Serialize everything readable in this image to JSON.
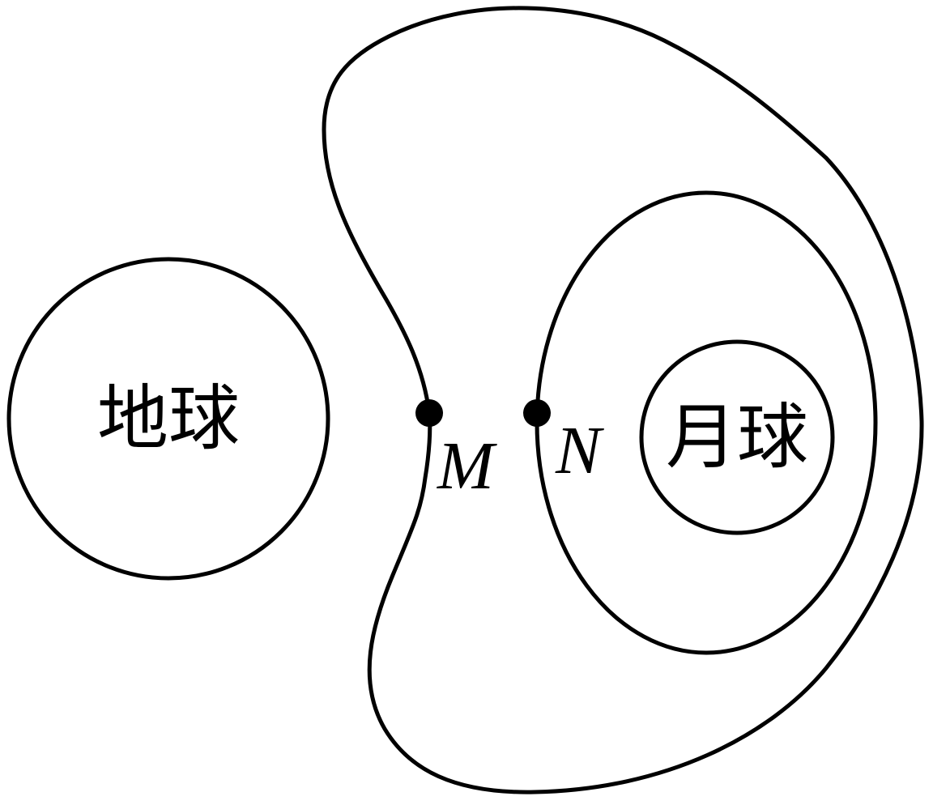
{
  "diagram": {
    "earth_label": "地球",
    "moon_label": "月球",
    "point_m_label": "M",
    "point_n_label": "N",
    "stroke_color": "#000000",
    "background_color": "#ffffff"
  }
}
